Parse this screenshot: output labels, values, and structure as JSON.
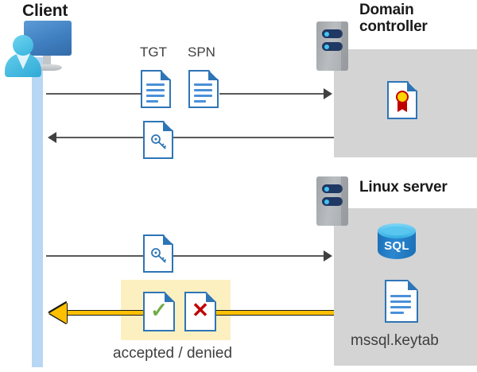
{
  "diagram": {
    "title": "Kerberos authentication flow between client, domain controller and Linux SQL server",
    "actors": {
      "client": {
        "label": "Client",
        "icon": "client-workstation-icon"
      },
      "domain_controller": {
        "label": "Domain controller",
        "icon": "server-tower-icon",
        "contents": [
          {
            "name": "certificate-document-icon",
            "label": ""
          }
        ]
      },
      "linux_server": {
        "label": "Linux server",
        "icon": "server-tower-icon",
        "contents": [
          {
            "name": "sql-database-icon",
            "label": "SQL"
          },
          {
            "name": "keytab-document-icon",
            "label": "mssql.keytab"
          }
        ]
      }
    },
    "artifacts": {
      "tgt": {
        "label": "TGT",
        "icon": "document-icon"
      },
      "spn": {
        "label": "SPN",
        "icon": "document-icon"
      },
      "ticket_reply": {
        "label": "",
        "icon": "document-key-icon"
      },
      "service_ticket": {
        "label": "",
        "icon": "document-key-icon"
      },
      "accepted": {
        "label": "",
        "icon": "document-check-icon"
      },
      "denied": {
        "label": "",
        "icon": "document-cross-icon"
      },
      "verdict_caption": "accepted / denied"
    },
    "flows": [
      {
        "name": "request-to-dc",
        "direction": "right",
        "style": "gray",
        "from": "client",
        "to": "domain-controller"
      },
      {
        "name": "ticket-from-dc",
        "direction": "left",
        "style": "gray",
        "from": "domain-controller",
        "to": "client"
      },
      {
        "name": "request-to-linux",
        "direction": "right",
        "style": "gray",
        "from": "client",
        "to": "linux-server"
      },
      {
        "name": "verdict-to-client",
        "direction": "left",
        "style": "yellow",
        "from": "linux-server",
        "to": "client"
      }
    ],
    "sql_label": "SQL",
    "colors": {
      "panel_gray": "#d4d4d4",
      "lifeline_blue": "#b7d7f4",
      "doc_blue": "#2e75b6",
      "highlight_yellow": "#fdf0c0",
      "arrow_yellow": "#ffc000",
      "arrow_gray": "#595959",
      "accept_green": "#70ad47",
      "deny_red": "#c00000",
      "seal_gold": "#ffd400"
    },
    "glyphs": {
      "check": "✓",
      "cross": "✕"
    }
  }
}
